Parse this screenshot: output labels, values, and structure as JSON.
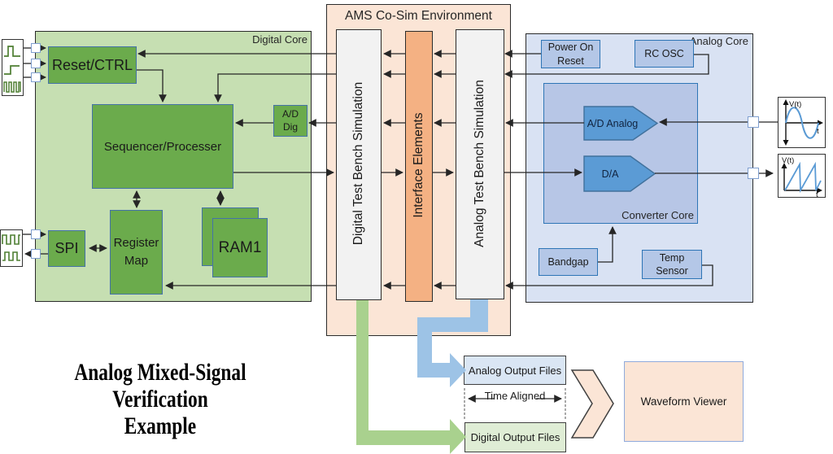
{
  "caption": {
    "line1": "Analog Mixed-Signal Verification",
    "line2": "Example"
  },
  "env": {
    "title": "AMS Co-Sim Environment",
    "digital_bench": "Digital Test Bench Simulation",
    "interface": "Interface Elements",
    "analog_bench": "Analog Test Bench Simulation"
  },
  "digital_core": {
    "label": "Digital Core",
    "reset_ctrl": "Reset/CTRL",
    "sequencer": "Sequencer/Processer",
    "ad_dig": "A/D Dig",
    "spi": "SPI",
    "register_map": "Register Map",
    "ram": "RAM1"
  },
  "analog_core": {
    "label": "Analog Core",
    "power_on_reset": "Power On Reset",
    "rc_osc": "RC OSC",
    "converter_core": "Converter Core",
    "ad_analog": "A/D Analog",
    "da": "D/A",
    "bandgap": "Bandgap",
    "temp_sensor": "Temp Sensor"
  },
  "outputs": {
    "analog_files": "Analog Output Files",
    "digital_files": "Digital Output Files",
    "time_aligned": "Time Aligned",
    "waveform_viewer": "Waveform Viewer"
  },
  "waveform_icons": {
    "sine_ylabel": "V(t)",
    "sine_xlabel": "t",
    "saw_ylabel": "V(t)",
    "saw_xlabel": "t"
  },
  "colors": {
    "digital_core_bg": "#c6dfb2",
    "digital_block": "#6bab4c",
    "block_border": "#4472a8",
    "env_bg": "#fbe5d6",
    "bench_bar": "#f2f2f2",
    "interface_bar": "#f4b183",
    "analog_core_bg": "#d9e2f3",
    "analog_block": "#b4c7e7",
    "pentagon": "#5b9bd5",
    "analog_files_bg": "#dae6f4",
    "digital_files_bg": "#dfedd5",
    "flow_green": "#a9d18e",
    "flow_blue": "#9dc3e6",
    "signal_green": "#4e7e32",
    "signal_blue": "#5b9bd5"
  }
}
